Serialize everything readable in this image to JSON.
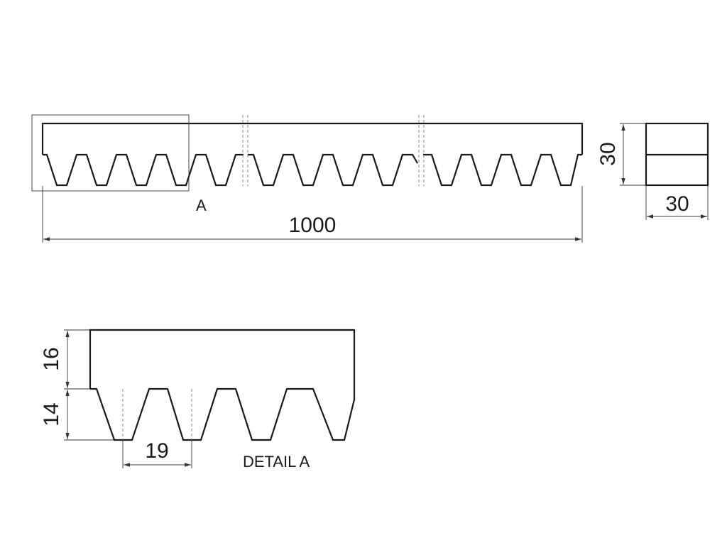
{
  "main_view": {
    "length_dimension": "1000",
    "detail_callout": "A"
  },
  "side_view": {
    "height_dimension": "30",
    "width_dimension": "30"
  },
  "detail_view": {
    "upper_height_dimension": "16",
    "tooth_height_dimension": "14",
    "pitch_dimension": "19",
    "title": "DETAIL A"
  }
}
